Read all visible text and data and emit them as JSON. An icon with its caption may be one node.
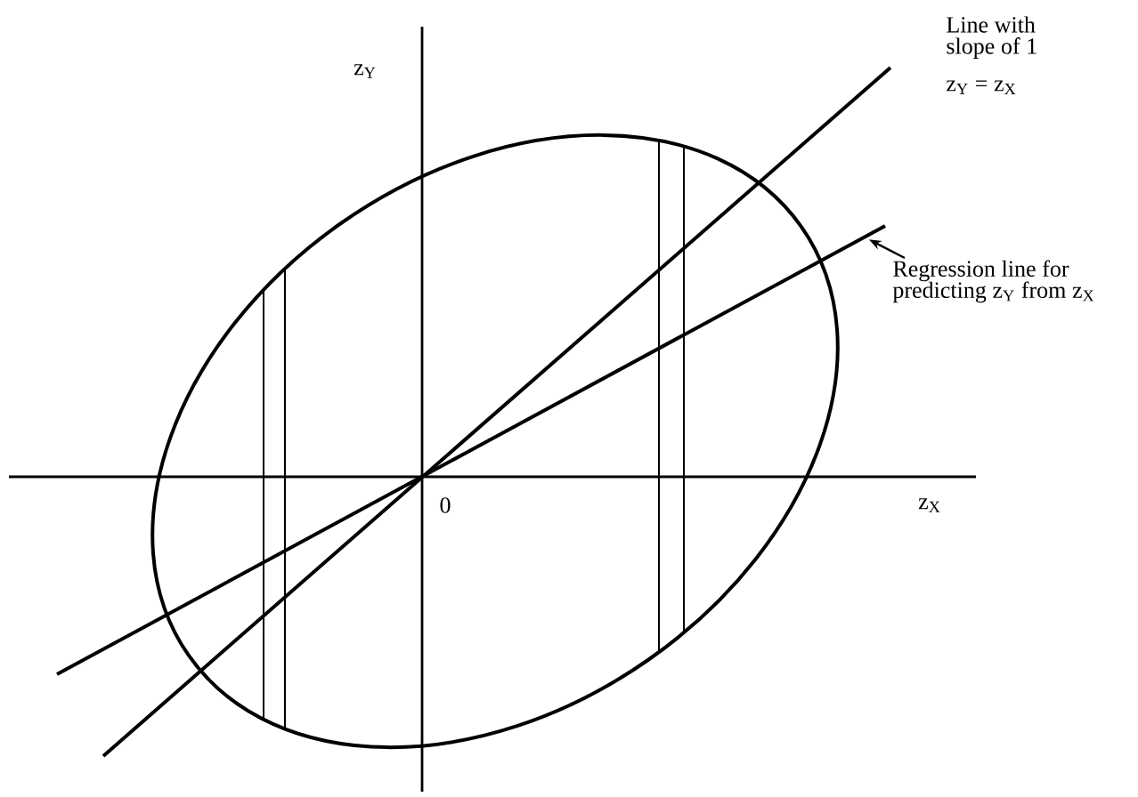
{
  "diagram": {
    "nodes": [
      {
        "text": [
          "Regression line for predicting z$_{Y}$ from z$_{X}$"
        ]
      },
      {
        "text": [],
        "shape": "line"
      }
    ],
    "edges": [
      {
        "from": 0,
        "to": 1,
        "arrow": "to"
      }
    ],
    "labels": [
      "z$_{Y}$",
      "Line with slope of 1",
      "z$_{Y}$ = z$_{X}$",
      "0",
      "z$_{X}$"
    ]
  }
}
